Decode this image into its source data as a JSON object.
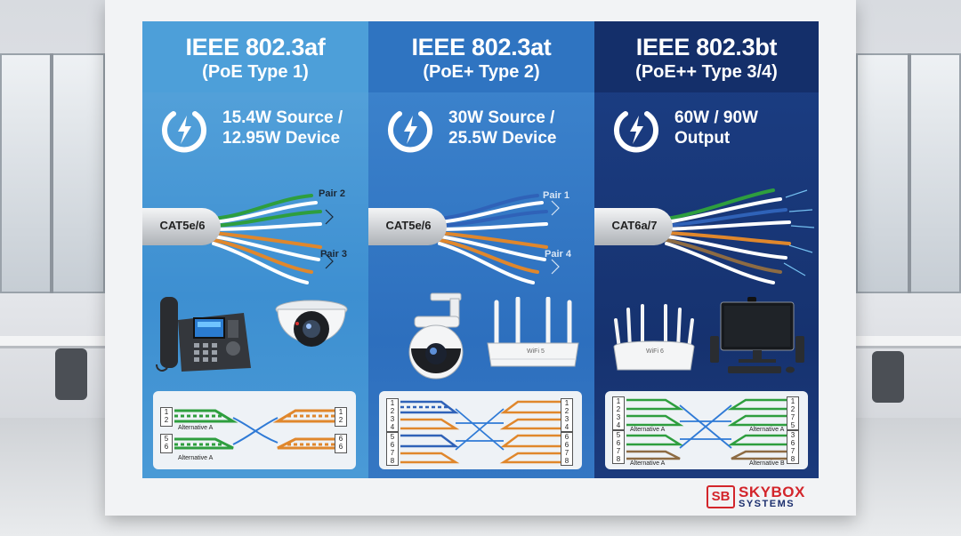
{
  "panels": [
    {
      "title": "IEEE 802.3af",
      "subtitle": "(PoE Type 1)",
      "power_line1": "15.4W Source /",
      "power_line2": "12.95W Device",
      "cable_label": "CAT5e/6",
      "pair_top": "Pair 2",
      "pair_bottom": "Pair 3",
      "device_label": "",
      "pins_left_top": [
        "1",
        "2"
      ],
      "pins_left_bottom": [
        "5",
        "6"
      ],
      "pins_right_top": [
        "1",
        "2"
      ],
      "pins_right_bottom": [
        "6",
        "6"
      ],
      "alt_top": "Alternative A",
      "alt_bottom": "Alternative A",
      "wire_colors": [
        "#2e9e3e",
        "#e0872c"
      ]
    },
    {
      "title": "IEEE 802.3at",
      "subtitle": "(PoE+ Type 2)",
      "power_line1": "30W Source /",
      "power_line2": "25.5W Device",
      "cable_label": "CAT5e/6",
      "pair_top": "Pair 1",
      "pair_bottom": "Pair 4",
      "device_label": "WiFi 5",
      "pins_left_top": [
        "1",
        "2",
        "3",
        "4"
      ],
      "pins_left_bottom": [
        "5",
        "6",
        "7",
        "8"
      ],
      "pins_right_top": [
        "1",
        "2",
        "3",
        "4"
      ],
      "pins_right_bottom": [
        "6",
        "6",
        "7",
        "8"
      ],
      "wire_colors": [
        "#2f62b8",
        "#e0872c"
      ]
    },
    {
      "title": "IEEE 802.3bt",
      "subtitle": "(PoE++ Type 3/4)",
      "power_line1": "60W / 90W",
      "power_line2": "Output",
      "cable_label": "CAT6a/7",
      "device_label": "WiFi 6",
      "pins_left_top": [
        "1",
        "2",
        "3",
        "4"
      ],
      "pins_left_bottom": [
        "5",
        "6",
        "7",
        "8"
      ],
      "pins_right_top": [
        "1",
        "2",
        "7",
        "5"
      ],
      "pins_right_bottom": [
        "3",
        "6",
        "7",
        "8"
      ],
      "alt_top_left": "Alternative A",
      "alt_top_right": "Alternative A",
      "alt_bottom_left": "Alternative A",
      "alt_bottom_right": "Alternative B",
      "wire_colors": [
        "#2e9e3e",
        "#e0872c",
        "#2f62b8",
        "#8d6b43"
      ]
    }
  ],
  "brand": {
    "mark": "SB",
    "name_top": "SKYBOX",
    "name_bottom": "SYSTEMS",
    "color_red": "#d3252b",
    "color_navy": "#1c2f6e"
  }
}
